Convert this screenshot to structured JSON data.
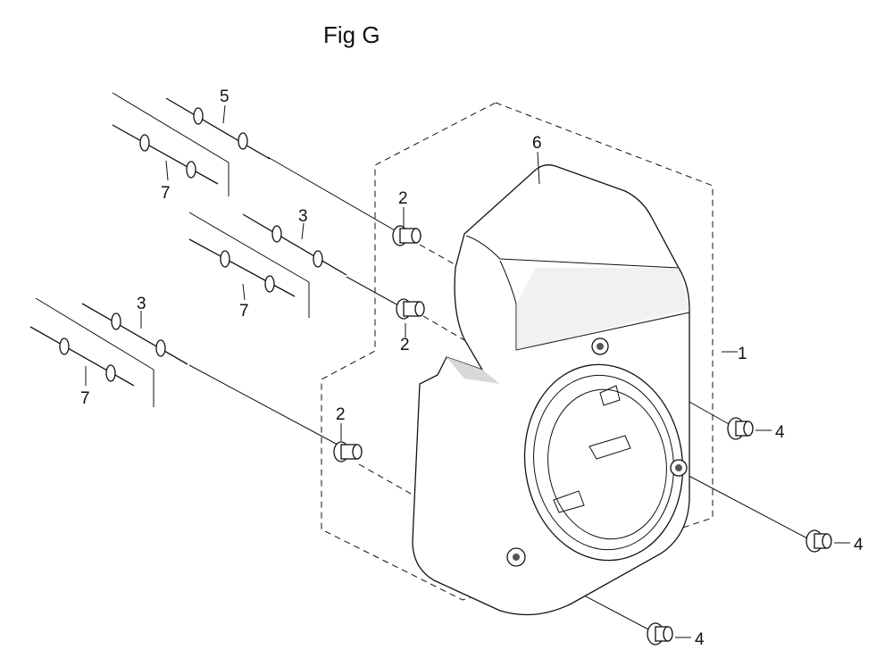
{
  "figure": {
    "title": "Fig G"
  },
  "callouts": {
    "c1": "1",
    "c2a": "2",
    "c2b": "2",
    "c2c": "2",
    "c3a": "3",
    "c3b": "3",
    "c4a": "4",
    "c4b": "4",
    "c4c": "4",
    "c5": "5",
    "c6": "6",
    "c7a": "7",
    "c7b": "7",
    "c7c": "7"
  }
}
